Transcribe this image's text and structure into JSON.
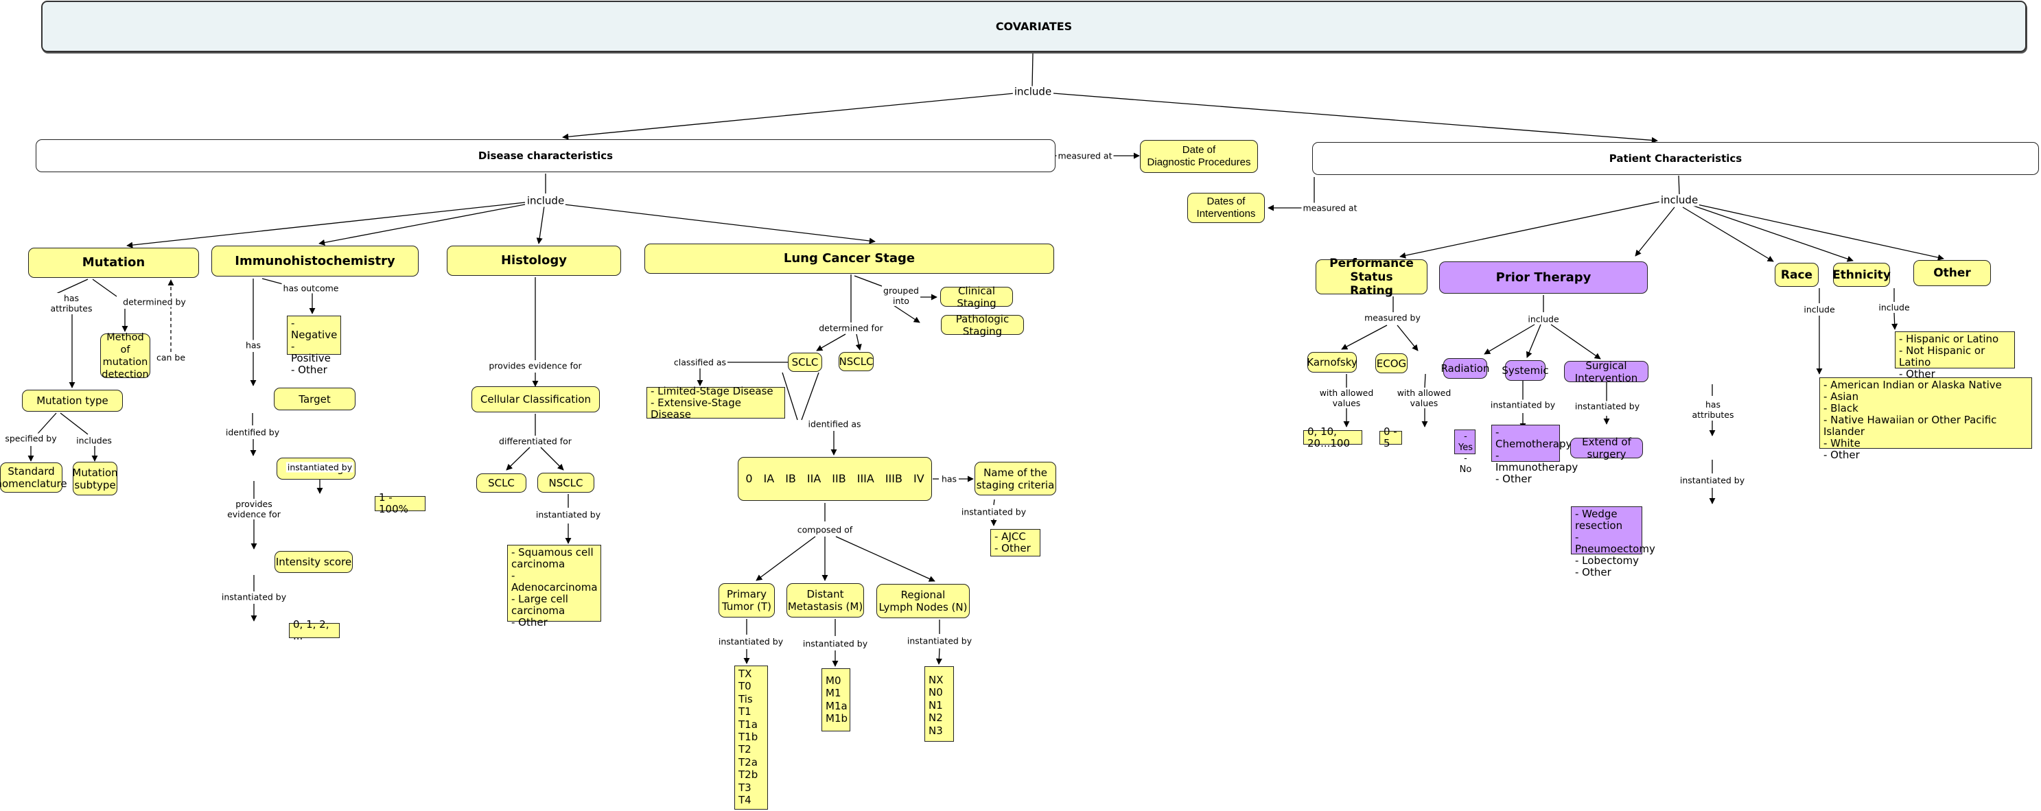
{
  "nodes": {
    "covariates": "COVARIATES",
    "disease": "Disease characteristics",
    "patient": "Patient Characteristics",
    "date_diag": "Date of\nDiagnostic Procedures",
    "date_interv": "Dates of\nInterventions",
    "mutation": "Mutation",
    "ihc": "Immunohistochemistry",
    "histology": "Histology",
    "lcs": "Lung Cancer Stage",
    "method": "Method of\nmutation\ndetection",
    "mutation_type": "Mutation type",
    "std_nom": "Standard\nnomenclature",
    "mut_sub": "Mutation\nsubtype",
    "ihc_outcome": "- Negative\n- Positive\n- Other",
    "target": "Target",
    "staining": "% Staining",
    "staining_val": "1 - 100%",
    "intensity": "Intensity score",
    "intensity_val": "0, 1, 2, ...",
    "cellular": "Cellular Classification",
    "hist_sclc": "SCLC",
    "hist_nsclc": "NSCLC",
    "nsclc_types": "- Squamous cell\ncarcinoma\n- Adenocarcinoma\n- Large cell\ncarcinoma\n- Other",
    "clinical": "Clinical Staging",
    "pathologic": "Pathologic Staging",
    "lcs_sclc": "SCLC",
    "lcs_nsclc": "NSCLC",
    "sclc_stages": "- Limited-Stage Disease\n- Extensive-Stage Disease",
    "stages": [
      "0",
      "IA",
      "IB",
      "IIA",
      "IIB",
      "IIIA",
      "IIIB",
      "IV"
    ],
    "staging_name": "Name of the\nstaging criteria",
    "staging_name_vals": "- AJCC\n- Other",
    "tumor": "Primary\nTumor (T)",
    "metastasis": "Distant\nMetastasis (M)",
    "lymph": "Regional\nLymph Nodes (N)",
    "t_vals": "TX\nT0\nTis\nT1\nT1a\nT1b\nT2\nT2a\nT2b\nT3\nT4",
    "m_vals": "M0\nM1\nM1a\nM1b",
    "n_vals": "NX\nN0\nN1\nN2\nN3",
    "psr": "Performance Status\nRating",
    "prior": "Prior Therapy",
    "race": "Race",
    "ethnicity": "Ethnicity",
    "other": "Other",
    "karnofsky": "Karnofsky",
    "ecog": "ECOG",
    "karnofsky_vals": "0, 10, 20...100",
    "ecog_vals": "0 - 5",
    "radiation": "Radiation",
    "systemic": "Systemic",
    "surgical": "Surgical Intervention",
    "radiation_vals": "- Yes\n- No",
    "systemic_vals": "- Chemotherapy\n- Immunotherapy\n- Other",
    "extent": "Extend of surgery",
    "extent_vals": "- Wedge resection\n- Pneumoectomy\n- Lobectomy\n- Other",
    "ethnicity_vals": "- Hispanic or Latino\n- Not Hispanic or Latino\n- Other",
    "race_vals": "- American Indian or Alaska Native\n- Asian\n- Black\n- Native Hawaiian or Other Pacific Islander\n- White\n- Other"
  },
  "links": {
    "root_include": "include",
    "measured_at_diag": "measured at",
    "measured_at_interv": "measured at",
    "disease_include": "include",
    "patient_include": "include",
    "mut_has_attr": "has\nattributes",
    "mut_determined": "determined by",
    "can_be": "can be",
    "ihc_outcome": "has outcome",
    "ihc_has": "has",
    "identified_by": "identified by",
    "staining_inst": "instantiated by",
    "provides_evidence": "provides\nevidence for",
    "intensity_inst": "instantiated by",
    "specified_by": "specified by",
    "includes": "includes",
    "hist_provides": "provides evidence for",
    "differentiated": "differentiated for",
    "nsclc_inst": "instantiated by",
    "grouped_into": "grouped\ninto",
    "determined_for": "determined for",
    "classified_as": "classified as",
    "identified_as": "identified as",
    "stage_has": "has",
    "staging_inst": "instantiated by",
    "composed_of": "composed of",
    "t_inst": "instantiated by",
    "m_inst": "instantiated by",
    "n_inst": "instantiated by",
    "measured_by": "measured by",
    "karnofsky_allowed": "with allowed\nvalues",
    "ecog_allowed": "with allowed\nvalues",
    "prior_include": "include",
    "radiation_inst": "instantiated by",
    "systemic_inst": "instantiated by",
    "surgical_attr": "has\nattributes",
    "extent_inst": "instantiated by",
    "race_include": "include",
    "ethnicity_include": "include"
  },
  "colors": {
    "concept_yellow": "#ffff99",
    "therapy_purple": "#cc99ff",
    "root_fill": "#ebf3f5",
    "line": "#000000"
  }
}
